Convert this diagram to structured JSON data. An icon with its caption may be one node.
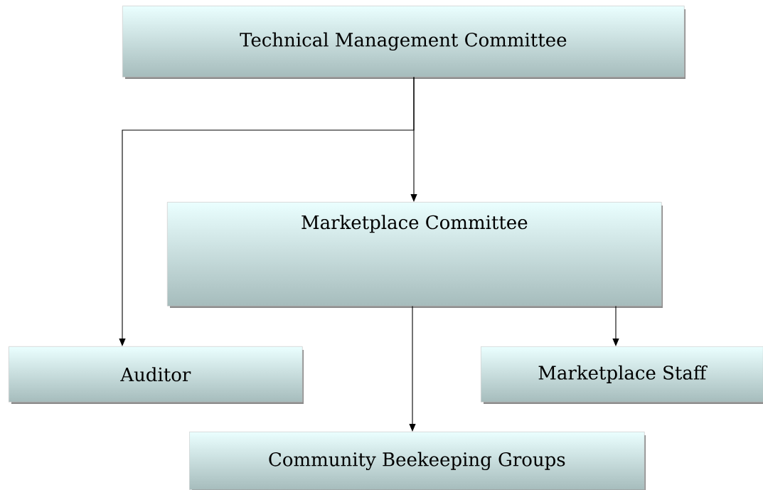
{
  "diagram": {
    "nodes": [
      {
        "text": [
          "Technical Management Committee"
        ]
      },
      {
        "text": [
          "Marketplace Committee"
        ]
      },
      {
        "text": [
          "Auditor"
        ]
      },
      {
        "text": [
          "Marketplace Staff"
        ]
      },
      {
        "text": [
          "Community Beekeeping Groups"
        ]
      }
    ],
    "edges": [
      {
        "from": 0,
        "to": 1,
        "arrow": "to"
      },
      {
        "from": 0,
        "to": 2,
        "arrow": "to"
      },
      {
        "from": 1,
        "to": 4,
        "arrow": "to"
      },
      {
        "from": 1,
        "to": 3,
        "arrow": "to"
      }
    ]
  }
}
